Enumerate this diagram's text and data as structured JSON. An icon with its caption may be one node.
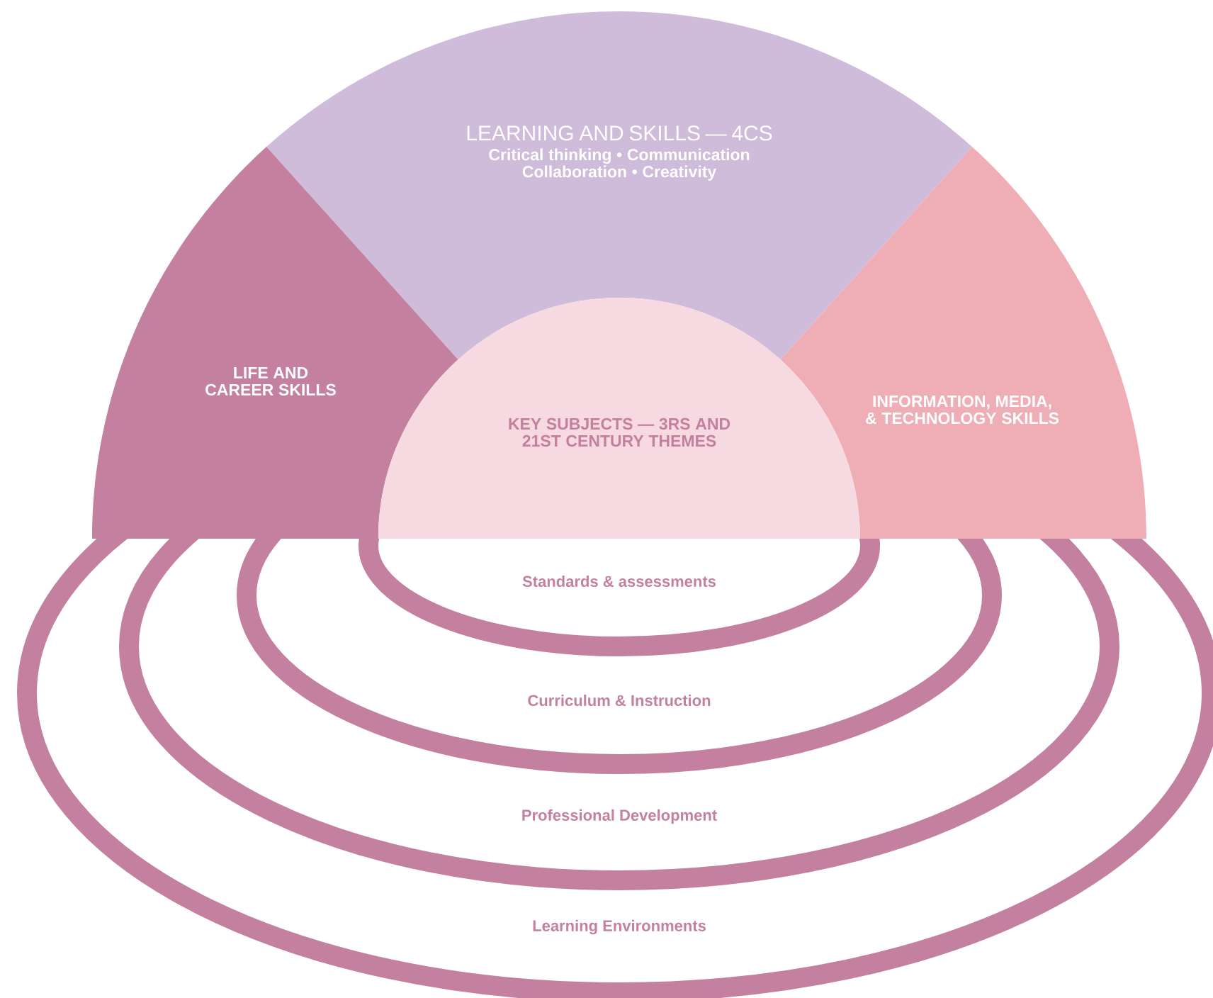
{
  "diagram": {
    "nodes": [
      {
        "text": [
          "LEARNING AND SKILLS — 4CS",
          "Critical thinking • Communication Collaboration • Creativity"
        ]
      },
      {
        "text": [
          "LIFE AND CAREER SKILLS"
        ]
      },
      {
        "text": [
          "INFORMATION, MEDIA, & TECHNOLOGY SKILLS"
        ]
      },
      {
        "text": [
          "KEY SUBJECTS — 3RS AND 21ST CENTURY THEMES"
        ]
      },
      {
        "text": [
          "Standards & assessments"
        ],
        "in": 5
      },
      {
        "text": [
          "Curriculum & Instruction"
        ],
        "in": 6
      },
      {
        "text": [
          "Professional Development"
        ],
        "in": 7
      },
      {
        "text": [
          "Learning Environments"
        ]
      }
    ]
  }
}
